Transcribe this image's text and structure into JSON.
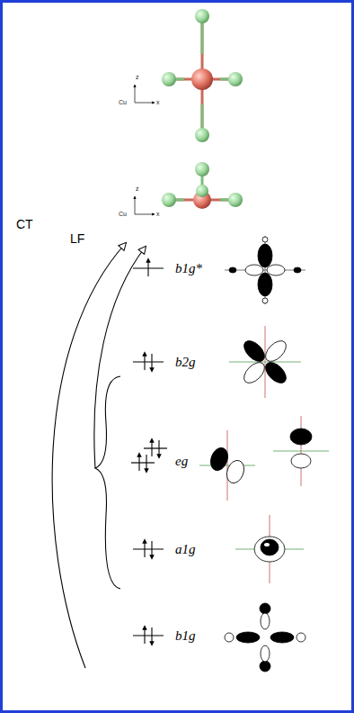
{
  "diagram": {
    "labels": [
      "z",
      "x",
      "Cu",
      "z",
      "x",
      "Cu",
      "CT",
      "LF",
      "b1g*",
      "b2g",
      "eg",
      "a1g",
      "b1g"
    ]
  }
}
